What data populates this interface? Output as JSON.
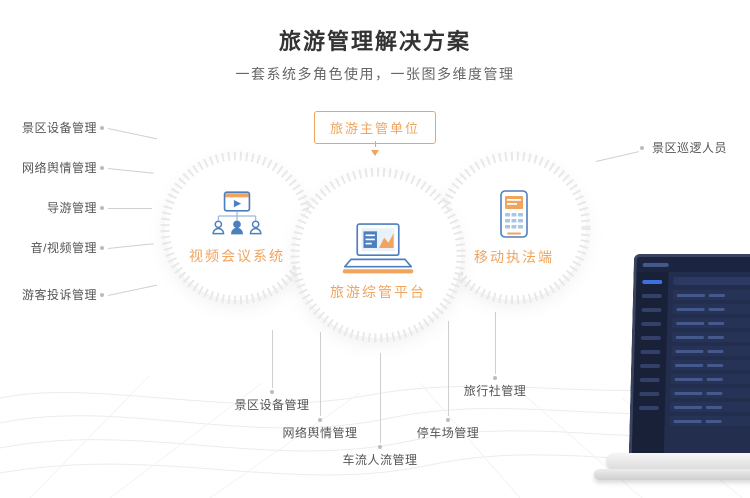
{
  "header": {
    "title": "旅游管理解决方案",
    "subtitle": "一套系统多角色使用，一张图多维度管理"
  },
  "org_node": {
    "label": "旅游主管单位"
  },
  "systems": [
    {
      "id": "video-conference",
      "label": "视频会议系统"
    },
    {
      "id": "tourism-platform",
      "label": "旅游综管平台"
    },
    {
      "id": "mobile-enforcement",
      "label": "移动执法端"
    }
  ],
  "left_features": [
    "景区设备管理",
    "网络舆情管理",
    "导游管理",
    "音/视频管理",
    "游客投诉管理"
  ],
  "right_features": [
    "景区巡逻人员"
  ],
  "bottom_features": [
    "景区设备管理",
    "网络舆情管理",
    "车流人流管理",
    "停车场管理",
    "旅行社管理"
  ],
  "icons": {
    "down_arrow": "▼",
    "video_conference": "browser-window-with-play-and-people",
    "laptop_chart": "laptop-with-dashboard-chart",
    "handheld_terminal": "mobile-device-with-keypad",
    "connector_dot": "•"
  },
  "colors": {
    "accent_orange": "#F0A45E",
    "icon_blue": "#4D7FBE",
    "ring_gray": "#E8E8E8",
    "line_gray": "#CFCFCF",
    "title_dark": "#333333",
    "text_gray": "#555555",
    "mock_screen_bg": "#232E4E",
    "mock_accent_blue": "#3E6FE0"
  }
}
